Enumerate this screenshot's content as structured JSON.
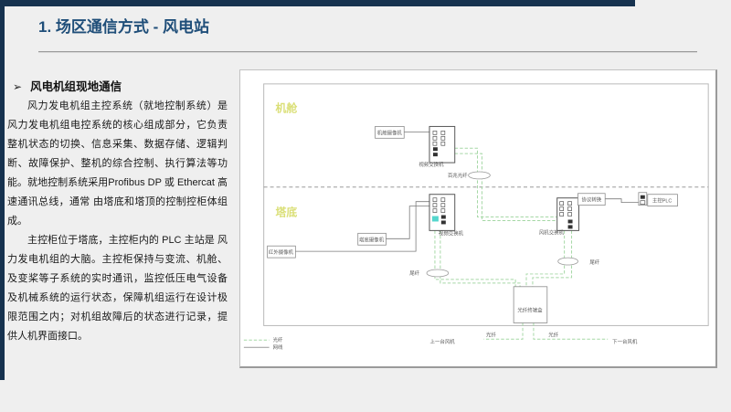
{
  "slide": {
    "title": "1. 场区通信方式 - 风电站",
    "bullet_marker": "➢",
    "section_heading": "风电机组现地通信",
    "paragraph_1": "风力发电机组主控系统（就地控制系统）是风力发电机组电控系统的核心组成部分，它负责整机状态的切换、信息采集、数据存储、逻辑判断、故障保护、整机的综合控制、执行算法等功能。就地控制系统采用Profibus DP 或 Ethercat 高速通讯总线，通常 由塔底和塔顶的控制控柜体组成。",
    "paragraph_2": "主控柜位于塔底，主控柜内的 PLC 主站是 风力发电机组的大脑。主控柜保持与变流、机舱、及变桨等子系统的实时通讯，监控低压电气设备及机械系统的运行状态，保障机组运行在设计极限范围之内；对机组故障后的状态进行记录，提供人机界面接口。"
  },
  "diagram": {
    "zone_nacelle": "机舱",
    "zone_tower_base": "塔底",
    "nacelle_camera": "机舱摄像机",
    "video_switch_nacelle": "视频交换机",
    "fiber_100m": "百兆光纤",
    "tower_camera": "塔底摄像机",
    "ir_camera": "红外摄像机",
    "video_switch_tower": "视频交换机",
    "pigtail_left": "尾纤",
    "turbine_switch": "风机交换机",
    "protocol_converter": "协议转换",
    "main_plc": "主控PLC",
    "pigtail_right": "尾纤",
    "fiber_terminal_box": "光纤终端盒",
    "fiber_label_left": "光纤",
    "fiber_label_right": "光纤",
    "prev_turbine": "上一台风机",
    "next_turbine": "下一台风机",
    "legend_fiber": "光纤",
    "legend_cable": "网线"
  },
  "colors": {
    "title_blue": "#1f4e79",
    "frame_navy": "#16324f",
    "fiber_green": "#a6d8a6",
    "zone_yellow": "#d4da5f",
    "port_cyan": "#55d6cd"
  }
}
